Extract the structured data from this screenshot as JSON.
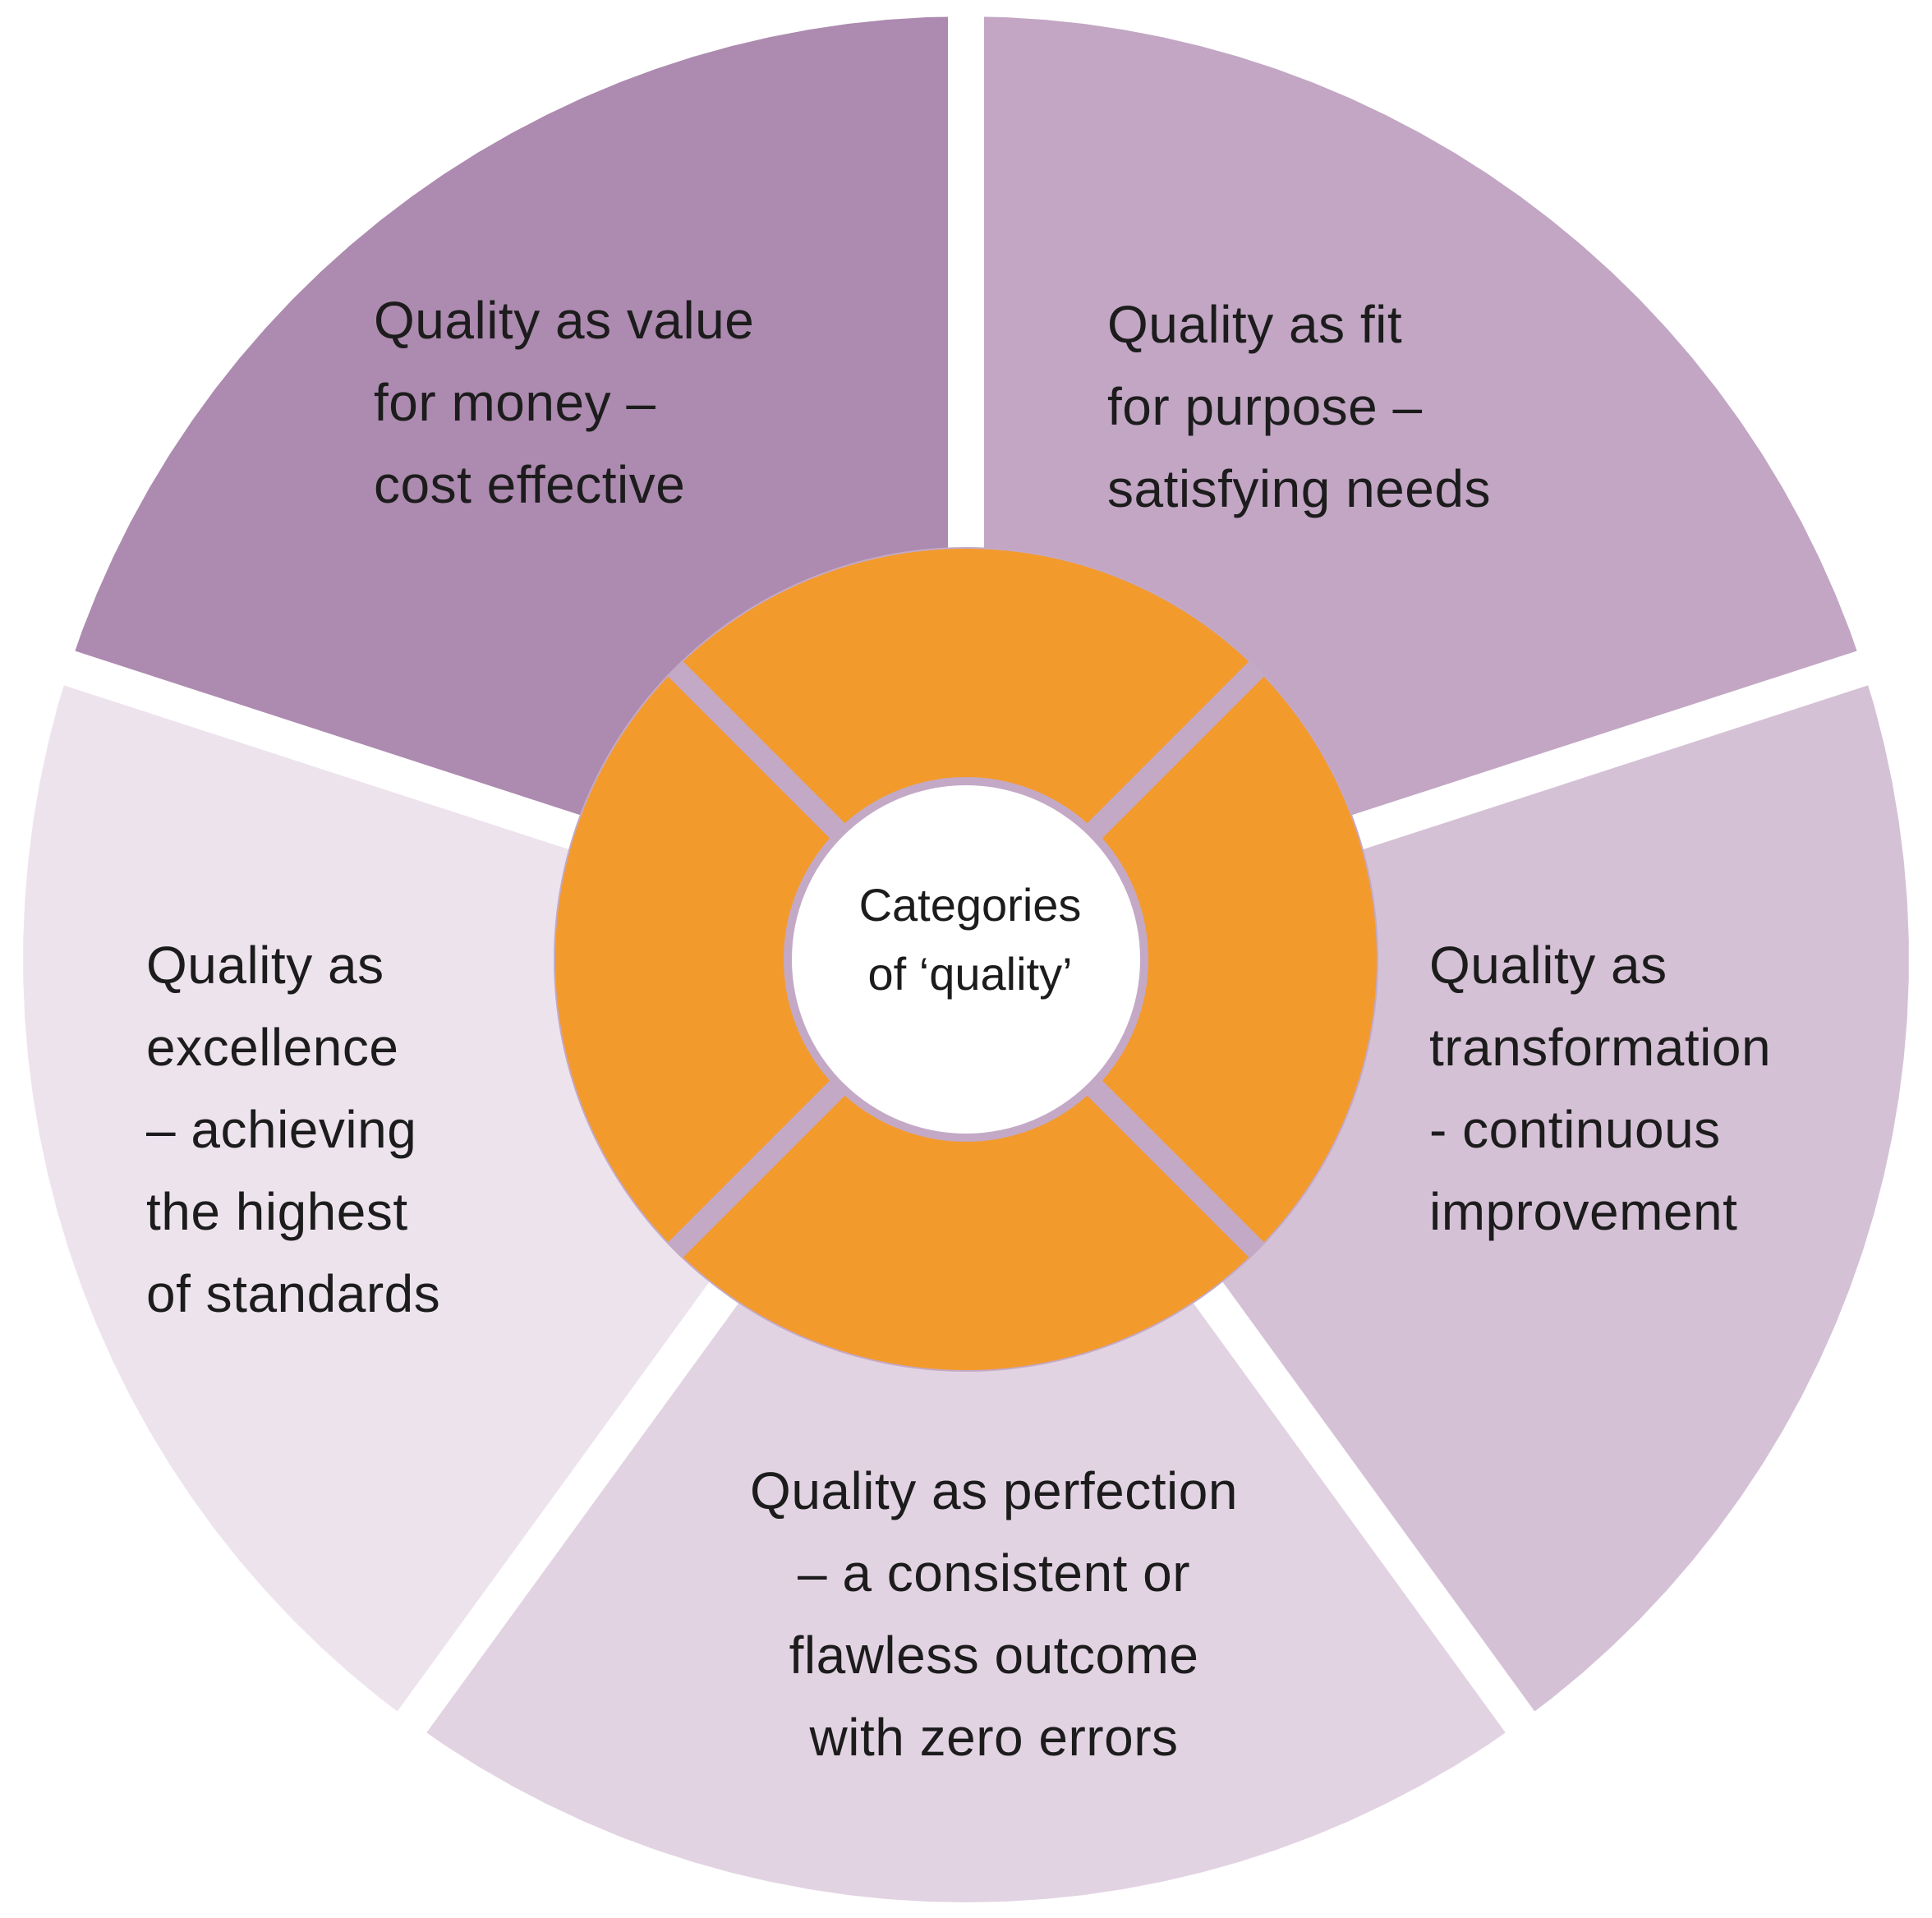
{
  "center": {
    "lines": [
      "Categories",
      "of ‘quality’"
    ]
  },
  "segments": [
    {
      "id": "value",
      "lines": [
        "Quality as value",
        "for money –",
        "cost effective"
      ],
      "color": "#ad8aaf"
    },
    {
      "id": "fit",
      "lines": [
        "Quality as fit",
        "for purpose –",
        "satisfying needs"
      ],
      "color": "#c2a6c4"
    },
    {
      "id": "transformation",
      "lines": [
        "Quality as",
        "transformation",
        "- continuous",
        "improvement"
      ],
      "color": "#d5c1d6"
    },
    {
      "id": "perfection",
      "lines": [
        "Quality as perfection",
        "– a consistent or",
        "flawless outcome",
        "with zero errors"
      ],
      "color": "#e2d3e3"
    },
    {
      "id": "excellence",
      "lines": [
        "Quality as",
        "excellence",
        "– achieving",
        "the highest",
        "of standards"
      ],
      "color": "#ede3ed"
    }
  ],
  "colors": {
    "ring": "#f39a2c",
    "ring_gap": "#c4a9c6",
    "center_fill": "#ffffff"
  }
}
